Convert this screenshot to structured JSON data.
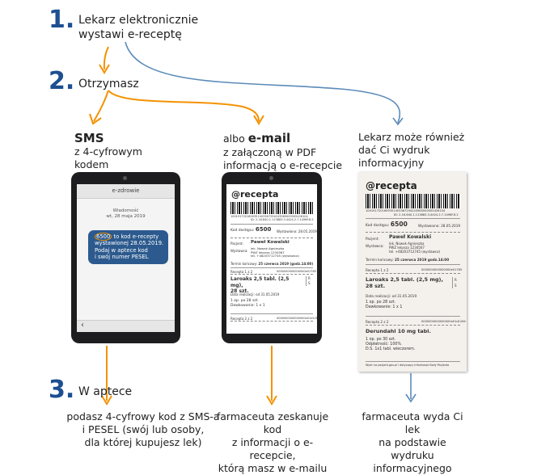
{
  "steps": {
    "s1": {
      "num": "1.",
      "line1": "Lekarz elektronicznie",
      "line2": "wystawi e-receptę"
    },
    "s2": {
      "num": "2.",
      "label": "Otrzymasz"
    },
    "s3": {
      "num": "3.",
      "label": "W aptece"
    }
  },
  "columns": {
    "sms": {
      "title": "SMS",
      "line1": "z 4-cyfrowym",
      "line2": "kodem"
    },
    "email": {
      "prefix": "albo ",
      "title": "e-mail",
      "line1": "z załączoną w PDF",
      "line2": "informacją o e-recepcie"
    },
    "printout": {
      "line1": "Lekarz może również",
      "line2": "dać Ci wydruk",
      "line3": "informacyjny"
    }
  },
  "phone_sms": {
    "header": "e-zdrowie",
    "msg_label": "Wiadomość",
    "msg_date": "wt, 28 maja 2019",
    "code": "6500",
    "line1_rest": " to kod e-recepty",
    "line2": "wystawionej 28.05.2019.",
    "line3": "Podaj w aptece kod",
    "line4": "i swój numer PESEL",
    "back_arrow": "‹"
  },
  "recepta": {
    "logo_symbol": "@",
    "logo_text": "recepta",
    "barcode_number": "1001917201609351403367294243565000505426104",
    "barcode_sub": "ID: 2.16.840.1.113883.3.4424.2.7.1496F.6.2",
    "code_label": "Kod dostępu:",
    "code": "6500",
    "issued_label": "Wystawiono:",
    "issued_date": "28.05.2019",
    "patient_label": "Pacjent:",
    "patient_name": "Paweł Kowalski",
    "issuer_label": "Wystawca:",
    "issuer_line1": "lek. Nowak Agnieszka",
    "issuer_line2": "PWZ lekarza 1234567",
    "issuer_line3": "tel. +48203712745 (wystawca)",
    "term_label": "Termin końcowy:",
    "term_value": "25 czerwca 2019 (godz.14:00)",
    "term_value_print": "25 czerwca 2019 godz.14:00",
    "rec1_label": "Recepta 1 z 2",
    "rec1_id": "0000000000000000e01785",
    "drug1": "Laroaks 2,5 tabl. (2,5 mg),",
    "drug1_qty": "28 szt.",
    "rs_r": "R",
    "rs_s": "S",
    "realization_label": "Data realizacji:",
    "realization_date": "od 31.05.2019",
    "dose1": "1 op. po 28 szt.",
    "dose1b": "Dawkowanie: 1 x 1",
    "rec2_label": "Recepta 2 z 2",
    "rec2_id": "0000000000000000e01d1264",
    "drug2": "Derundahl 10 mg tabl.",
    "dose2": "1 op. po 30 szt.",
    "dose2b": "Odpłatność: 100%",
    "dose2c": "D.S. 1x1 tabl. wieczorem.",
    "footer": "Wydr na pacjent.gov.pl i dotyczący informacje Kody Pacjenta"
  },
  "bottom": {
    "sms": {
      "line1": "podasz 4-cyfrowy kod z SMS-a",
      "line2": "i PESEL (swój lub osoby,",
      "line3": "dla której kupujesz lek)"
    },
    "email": {
      "line1": "farmaceuta zeskanuje kod",
      "line2": "z informacji o e-recepcie,",
      "line3": "którą masz w e-mailu"
    },
    "printout": {
      "line1": "farmaceuta wyda Ci lek",
      "line2": "na podstawie wydruku",
      "line3": "informacyjnego"
    }
  },
  "colors": {
    "step_number": "#1d4f91",
    "orange_arrow": "#f39200",
    "blue_arrow": "#5b8bb8",
    "sms_bubble": "#2c5a8e"
  }
}
